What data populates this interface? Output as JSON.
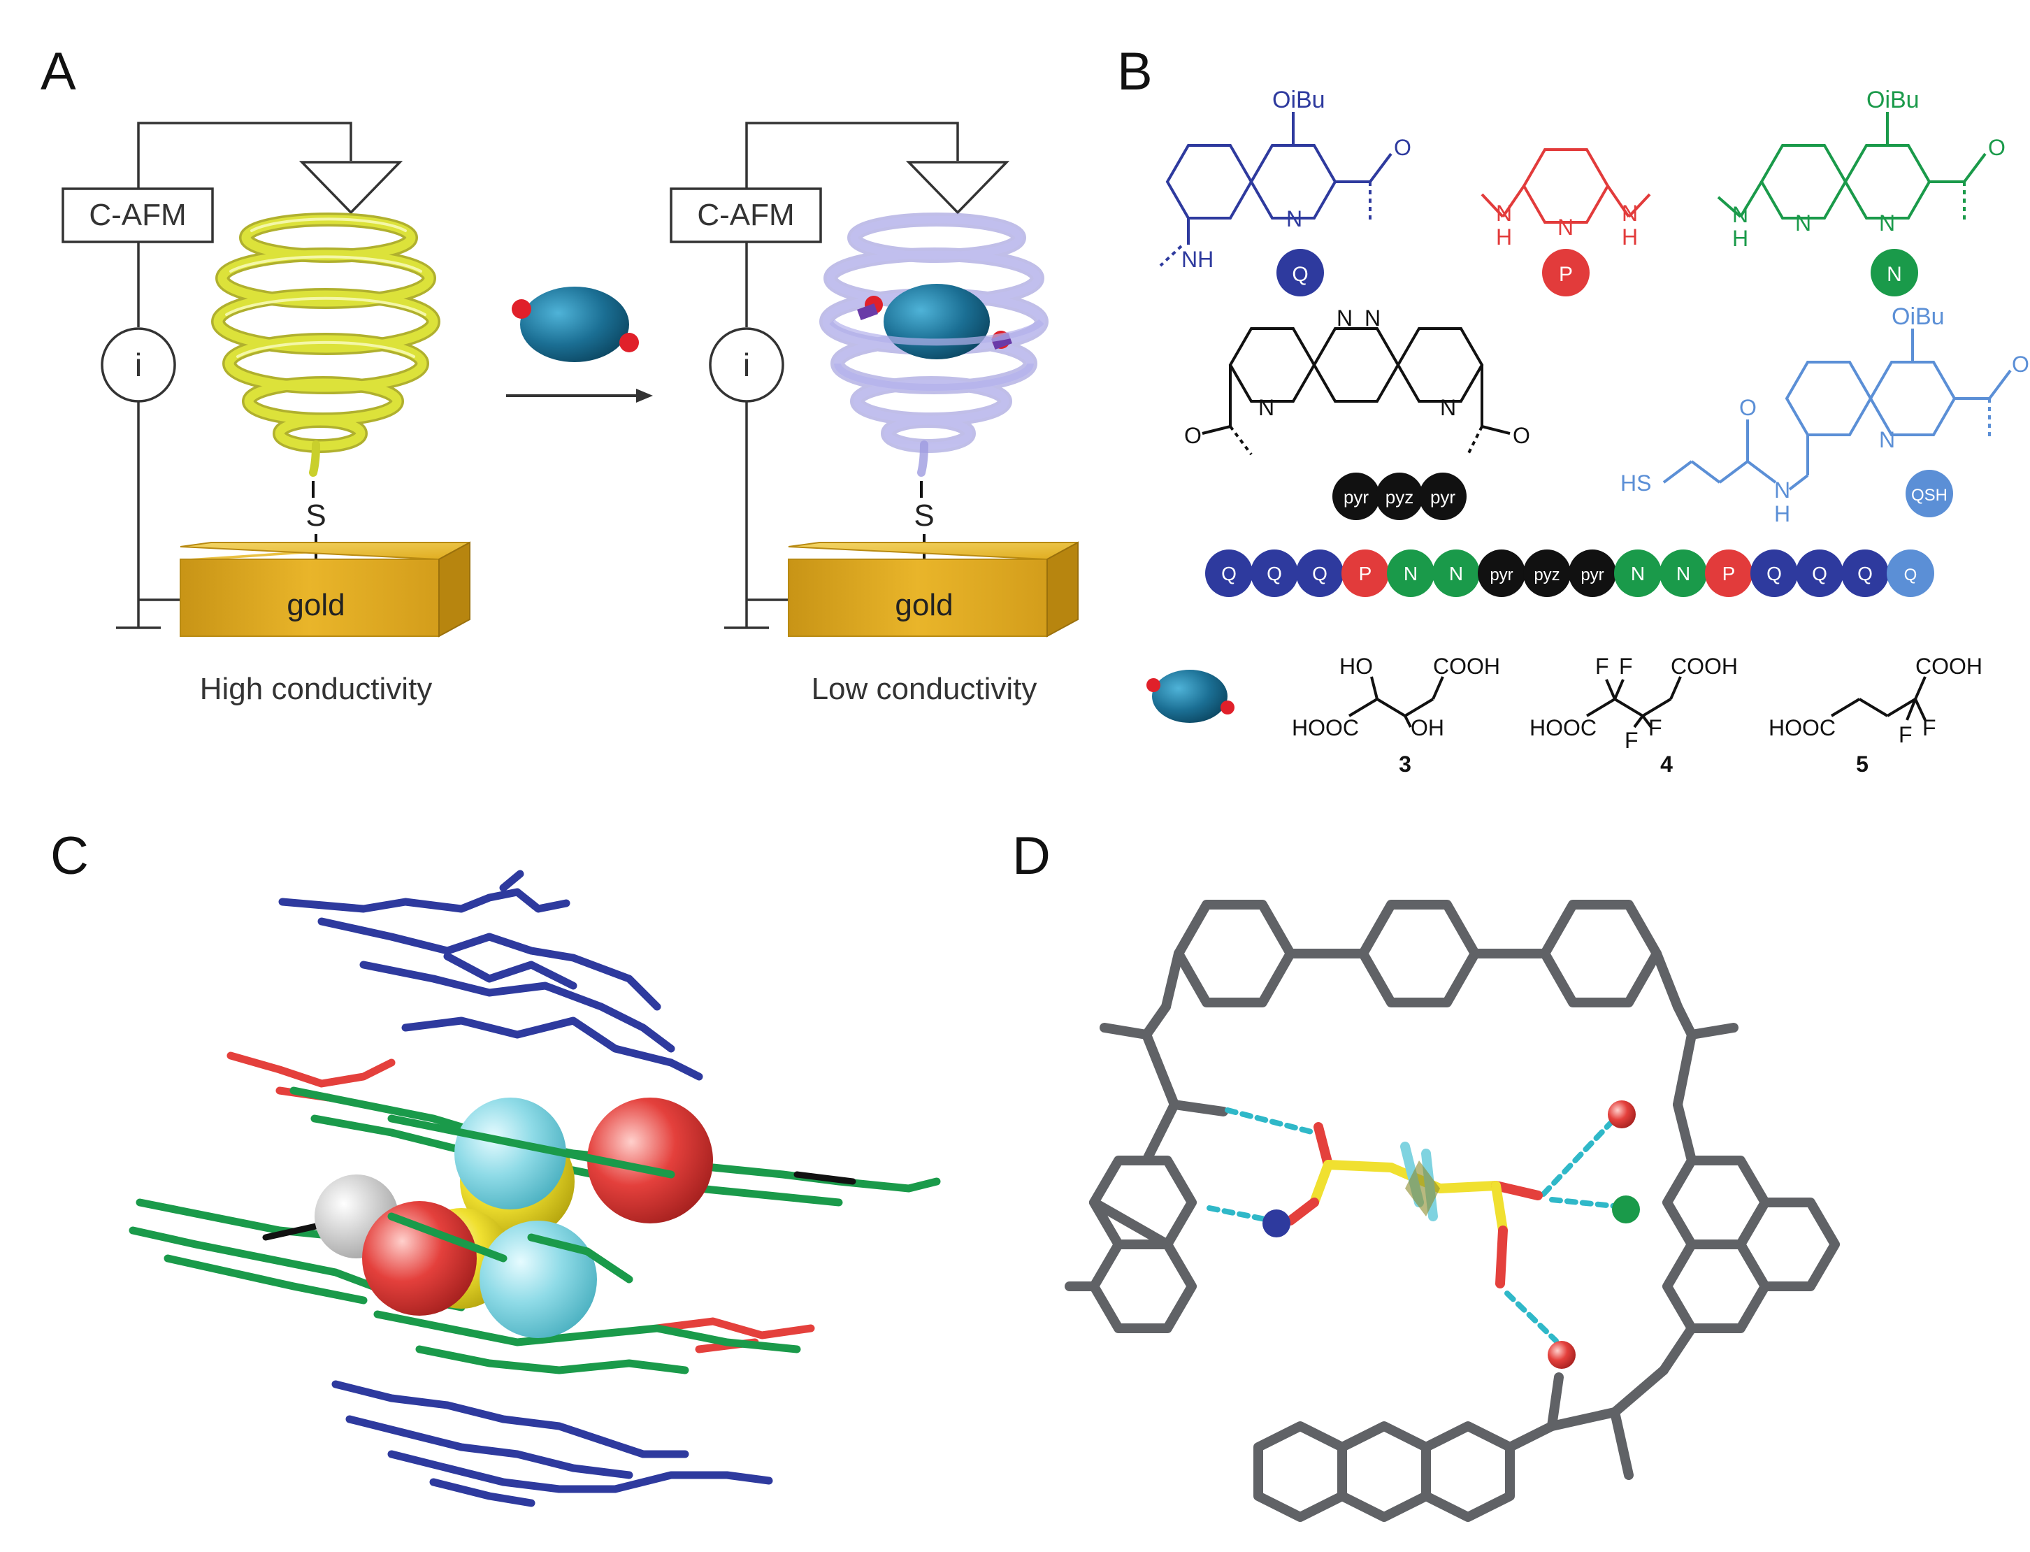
{
  "panels": {
    "A": {
      "label": "A",
      "left": {
        "box": "C-AFM",
        "meter": "i",
        "sulfur": "S",
        "substrate": "gold",
        "caption": "High conductivity"
      },
      "right": {
        "box": "C-AFM",
        "meter": "i",
        "sulfur": "S",
        "substrate": "gold",
        "caption": "Low conductivity"
      }
    },
    "B": {
      "label": "B",
      "units": {
        "Q": {
          "badge": "Q",
          "substituent": "OiBu",
          "atoms": [
            "N",
            "NH",
            "O"
          ],
          "color": "#2e3a9e"
        },
        "P": {
          "badge": "P",
          "atoms": [
            "N",
            "H",
            "N",
            "H",
            "N"
          ],
          "color": "#e23b3b"
        },
        "N": {
          "badge": "N",
          "substituent": "OiBu",
          "atoms": [
            "N",
            "N",
            "N",
            "H",
            "O"
          ],
          "color": "#1a9a4a"
        },
        "linker": {
          "atoms": [
            "N",
            "N",
            "N",
            "N",
            "O",
            "O"
          ],
          "badges": [
            "pyr",
            "pyz",
            "pyr"
          ]
        },
        "QSH": {
          "badge": "QSH",
          "substituent": "OiBu",
          "atoms": [
            "HS",
            "O",
            "N",
            "H",
            "N",
            "O"
          ],
          "color": "#5b8fd6"
        }
      },
      "sequence": [
        "Q",
        "Q",
        "Q",
        "P",
        "N",
        "N",
        "pyr",
        "pyz",
        "pyr",
        "N",
        "N",
        "P",
        "Q",
        "Q",
        "Q",
        "QSH"
      ],
      "sequence_labels": [
        "Q",
        "Q",
        "Q",
        "P",
        "N",
        "N",
        "pyr",
        "pyz",
        "pyr",
        "N",
        "N",
        "P",
        "Q",
        "Q",
        "Q",
        "Q"
      ],
      "guests": [
        {
          "id": "3",
          "groups": [
            "HO",
            "COOH",
            "HOOC",
            "OH"
          ]
        },
        {
          "id": "4",
          "groups": [
            "F",
            "F",
            "COOH",
            "HOOC",
            "F",
            "F"
          ]
        },
        {
          "id": "5",
          "groups": [
            "COOH",
            "HOOC",
            "F",
            "F"
          ]
        }
      ]
    },
    "C": {
      "label": "C"
    },
    "D": {
      "label": "D"
    }
  },
  "colors": {
    "blue_unit": "#2e3a9e",
    "red_unit": "#e23b3b",
    "green_unit": "#1a9a4a",
    "light_blue_unit": "#5b8fd6",
    "black_unit": "#111111",
    "gold": "#e0ac1e",
    "yellow_helix": "#d8dc2a",
    "violet_helix": "#a9a7e6",
    "guest_body": "#1b6f94",
    "guest_tip": "#e0202a",
    "stick_grey": "#606266",
    "hbond": "#2fb8c8",
    "fluorine": "#7fd3e0",
    "oxygen": "#e4403c",
    "carbon": "#f0e030"
  }
}
